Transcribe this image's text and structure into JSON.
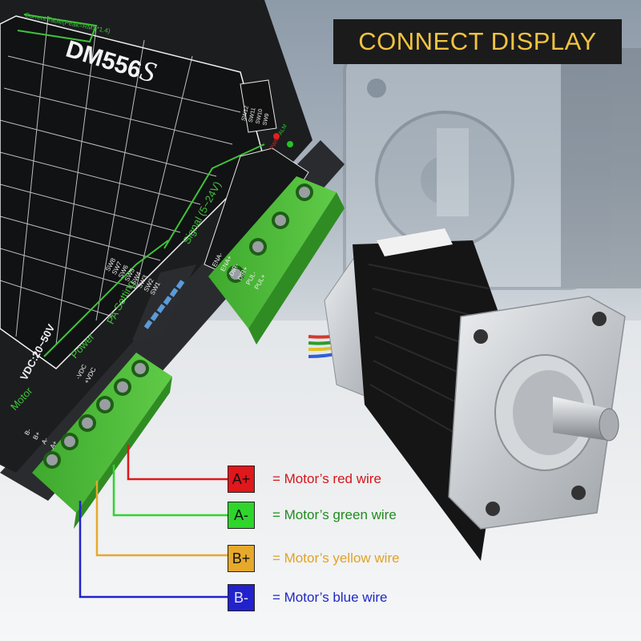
{
  "banner": {
    "title": "CONNECT DISPLAY"
  },
  "driver": {
    "model_prefix": "DM556",
    "model_suffix": "S",
    "current_table_header": "Current Table(Peak=RMS*1.4)",
    "pa_setting_label": "PA Setting",
    "signal_label": "Signal (5~24V)",
    "power_label": "Power",
    "motor_label": "Motor",
    "vdc_label": "VDC:20~50V",
    "sw_labels": [
      "SW8",
      "SW7",
      "SW6",
      "SW5",
      "SW4",
      "SW3",
      "SW2",
      "SW1"
    ],
    "signal_pins": [
      "PUL+",
      "PUL-",
      "DIR+",
      "DIR-",
      "ENA+",
      "ENA-"
    ],
    "power_pins": [
      "+VDC",
      "-VDC"
    ],
    "motor_pins": [
      "A+",
      "A-",
      "B+",
      "B-"
    ],
    "side_switches": [
      "SW12",
      "SW11",
      "SW10",
      "SW9"
    ],
    "led_labels": [
      "PWR",
      "ALM"
    ]
  },
  "wiring": [
    {
      "pin": "A+",
      "description": "= Motor’s red wire",
      "color": "#e0171b",
      "text_color": "#d6151a"
    },
    {
      "pin": "A-",
      "description": "= Motor’s green wire",
      "color": "#2fd42c",
      "text_color": "#1f8c1f"
    },
    {
      "pin": "B+",
      "description": "= Motor’s yellow wire",
      "color": "#e6a92b",
      "text_color": "#e0a227"
    },
    {
      "pin": "B-",
      "description": "= Motor’s blue wire",
      "color": "#2222cc",
      "text_color": "#2028c4"
    }
  ],
  "colors": {
    "terminal_green": "#4dbb3a",
    "driver_body": "#1c1d1f",
    "motor_silver": "#c9cccf",
    "motor_body": "#151515"
  }
}
